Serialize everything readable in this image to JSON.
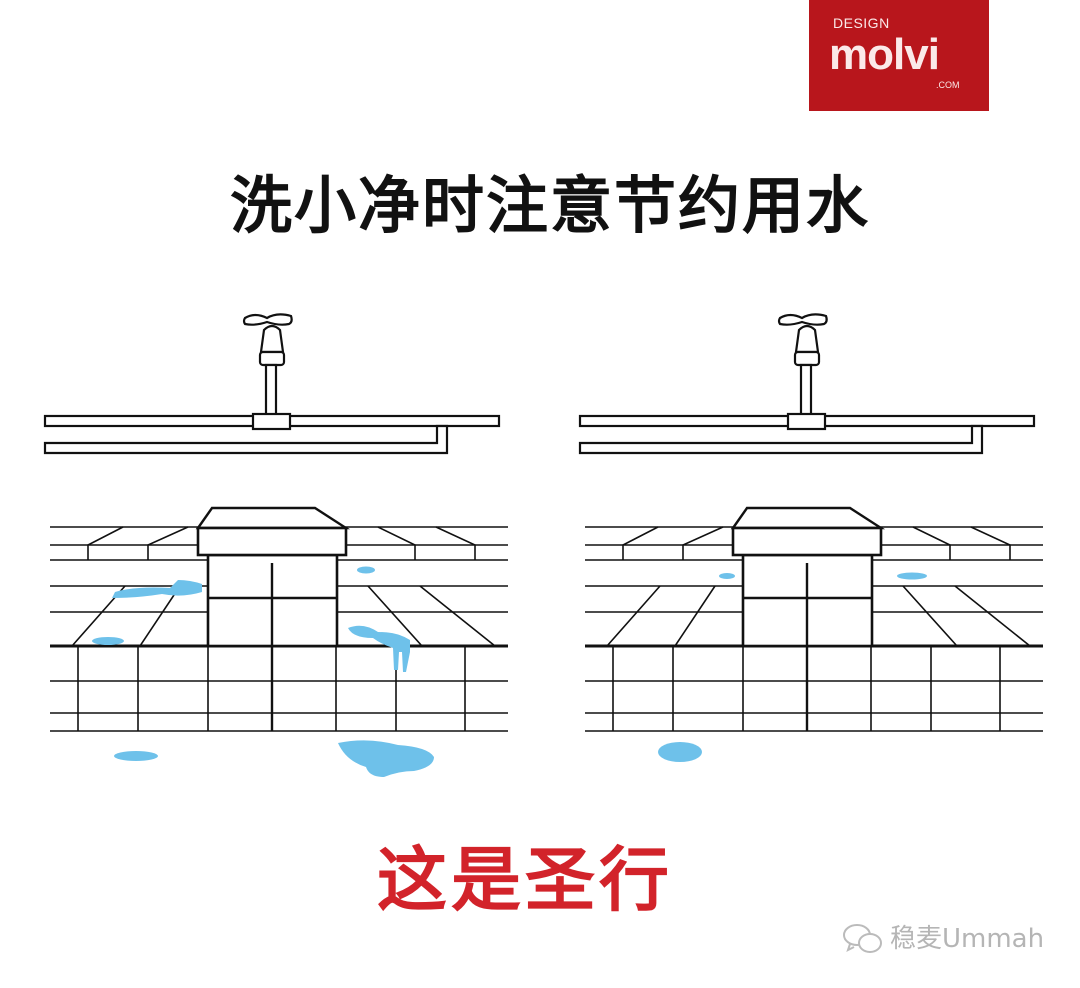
{
  "logo": {
    "line1": "DESIGN",
    "line2": "molvi",
    "line3": ".COM",
    "color": "#b8161c"
  },
  "title": "洗小净时注意节约用水",
  "subtitle": "这是圣行",
  "watermark": {
    "icon": "wechat-icon",
    "text": "稳麦Ummah"
  },
  "colors": {
    "water": "#6ec1ea",
    "accent": "#d2232a"
  }
}
